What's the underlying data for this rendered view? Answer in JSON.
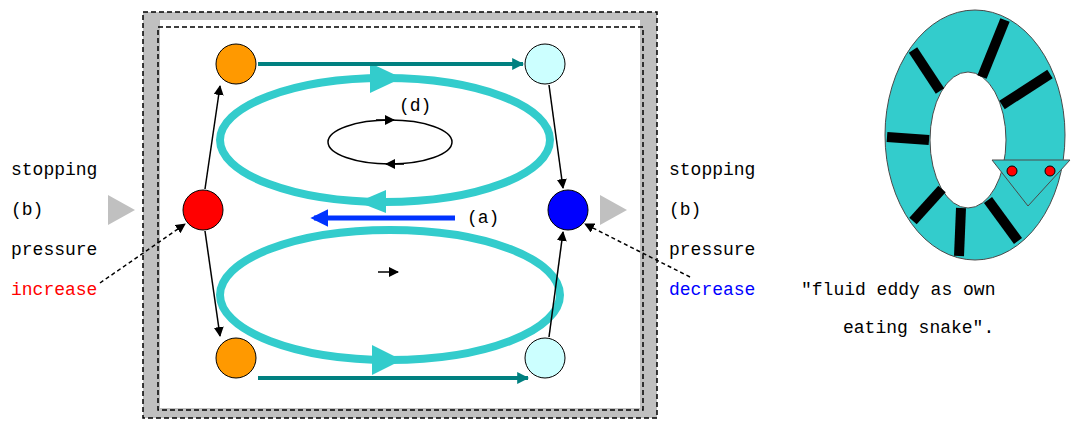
{
  "diagram": {
    "labels": [
      "stopping",
      "(b)",
      "pressure",
      "increase",
      "(d)",
      "(a)",
      "stopping",
      "(b)",
      "pressure",
      "decrease",
      "″fluid eddy as own",
      "eating snake″."
    ]
  }
}
